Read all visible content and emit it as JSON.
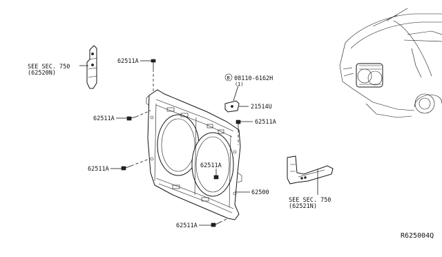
{
  "callouts": {
    "see_sec_left_line1": "SEE SEC. 750",
    "see_sec_left_line2": "(62520N)",
    "see_sec_right_line1": "SEE SEC. 750",
    "see_sec_right_line2": "(62521N)",
    "bolt_top": "62511A",
    "bolt_left_upper": "62511A",
    "bolt_right": "62511A",
    "bolt_center": "62511A",
    "bolt_left_lower": "62511A",
    "bolt_bottom": "62511A",
    "bolt_spec_symbol": "B",
    "bolt_spec": "08110-6162H",
    "bolt_spec_qty": "(1)",
    "bracket": "21514U",
    "core_support": "62500"
  },
  "reference_code": "R625004Q"
}
